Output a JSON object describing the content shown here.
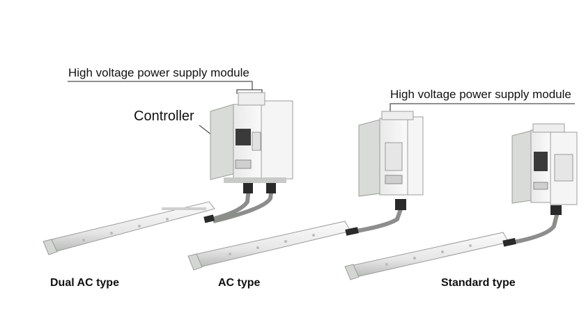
{
  "callouts": {
    "hv_left": "High voltage power supply module",
    "controller": "Controller",
    "hv_right": "High voltage power supply module"
  },
  "captions": {
    "dual": "Dual AC type",
    "ac": "AC type",
    "standard": "Standard type"
  },
  "colors": {
    "body": "#f2f3f2",
    "shade": "#d9dbd9",
    "outline": "#9a9c9a",
    "cable": "#8c8e8c",
    "connector": "#2a2a2a",
    "text": "#111111"
  }
}
